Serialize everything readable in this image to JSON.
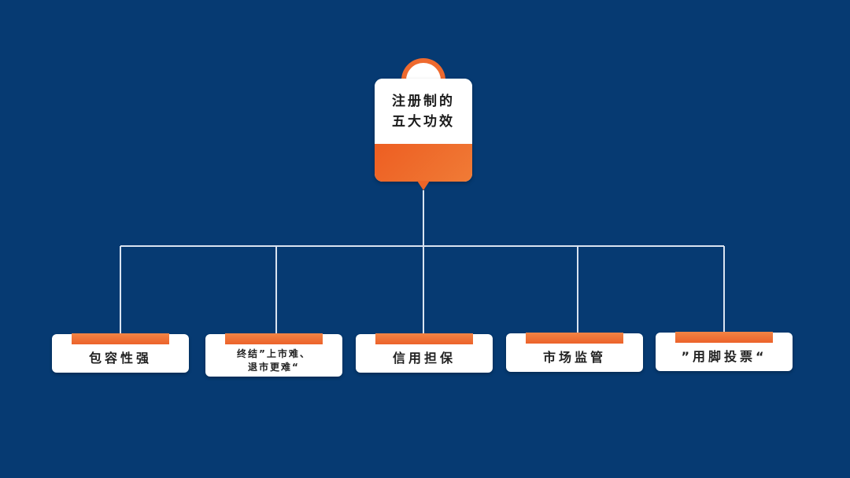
{
  "root": {
    "title": "注册制的\n五大功效"
  },
  "branches": [
    {
      "label": "包容性强"
    },
    {
      "label": "终结”上市难、\n退市更难“"
    },
    {
      "label": "信用担保"
    },
    {
      "label": "市场监管"
    },
    {
      "label": "”用脚投票“"
    }
  ],
  "colors": {
    "background": "#063a72",
    "accent": "#ee6a2f",
    "card": "#ffffff",
    "line": "#d9e3f0"
  }
}
